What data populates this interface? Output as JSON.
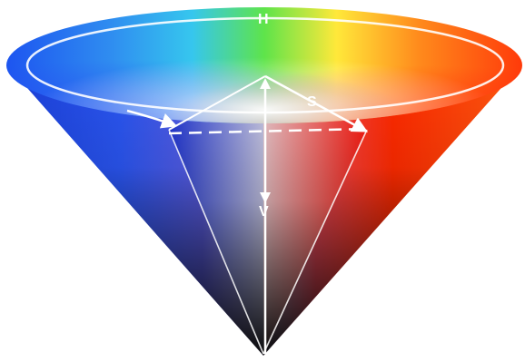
{
  "diagram": {
    "type": "hsv-color-cone",
    "labels": {
      "hue": "H",
      "saturation": "S",
      "value": "V"
    },
    "colors": {
      "red": "#ff2a00",
      "orange": "#ff8a1c",
      "yellow": "#ffe83a",
      "green": "#5ee44a",
      "cyan": "#36c6ee",
      "blue": "#1d4ff0",
      "blue_deep": "#1a2fb0",
      "magenta_hint": "#a8a0d8",
      "apex": "#000000",
      "guide_lines": "#ffffff"
    }
  }
}
